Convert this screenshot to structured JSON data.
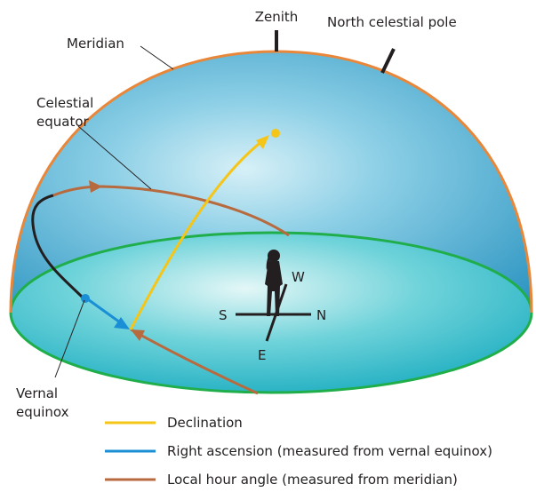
{
  "labels": {
    "zenith": "Zenith",
    "north_celestial_pole": "North celestial pole",
    "meridian": "Meridian",
    "celestial_equator_line1": "Celestial",
    "celestial_equator_line2": "equator",
    "vernal_equinox_line1": "Vernal",
    "vernal_equinox_line2": "equinox",
    "dir_s": "S",
    "dir_n": "N",
    "dir_w": "W",
    "dir_e": "E"
  },
  "legend": [
    {
      "label": "Declination",
      "color": "#f5c518"
    },
    {
      "label": "Right ascension (measured from vernal equinox)",
      "color": "#1a8fd6"
    },
    {
      "label": "Local hour angle (measured from meridian)",
      "color": "#b86a3f"
    }
  ],
  "colors": {
    "meridian": "#e8873a",
    "horizon": "#1fae4a",
    "dome_top": "#aee0ef",
    "dome_bottom": "#2b9ec8",
    "declination": "#f5c518",
    "right_ascension": "#1a8fd6",
    "hour_angle": "#b86a3f"
  },
  "icons": {
    "observer": "person-silhouette-icon",
    "star": "star-dot-icon",
    "vernal_equinox_point": "blue-dot-icon"
  }
}
